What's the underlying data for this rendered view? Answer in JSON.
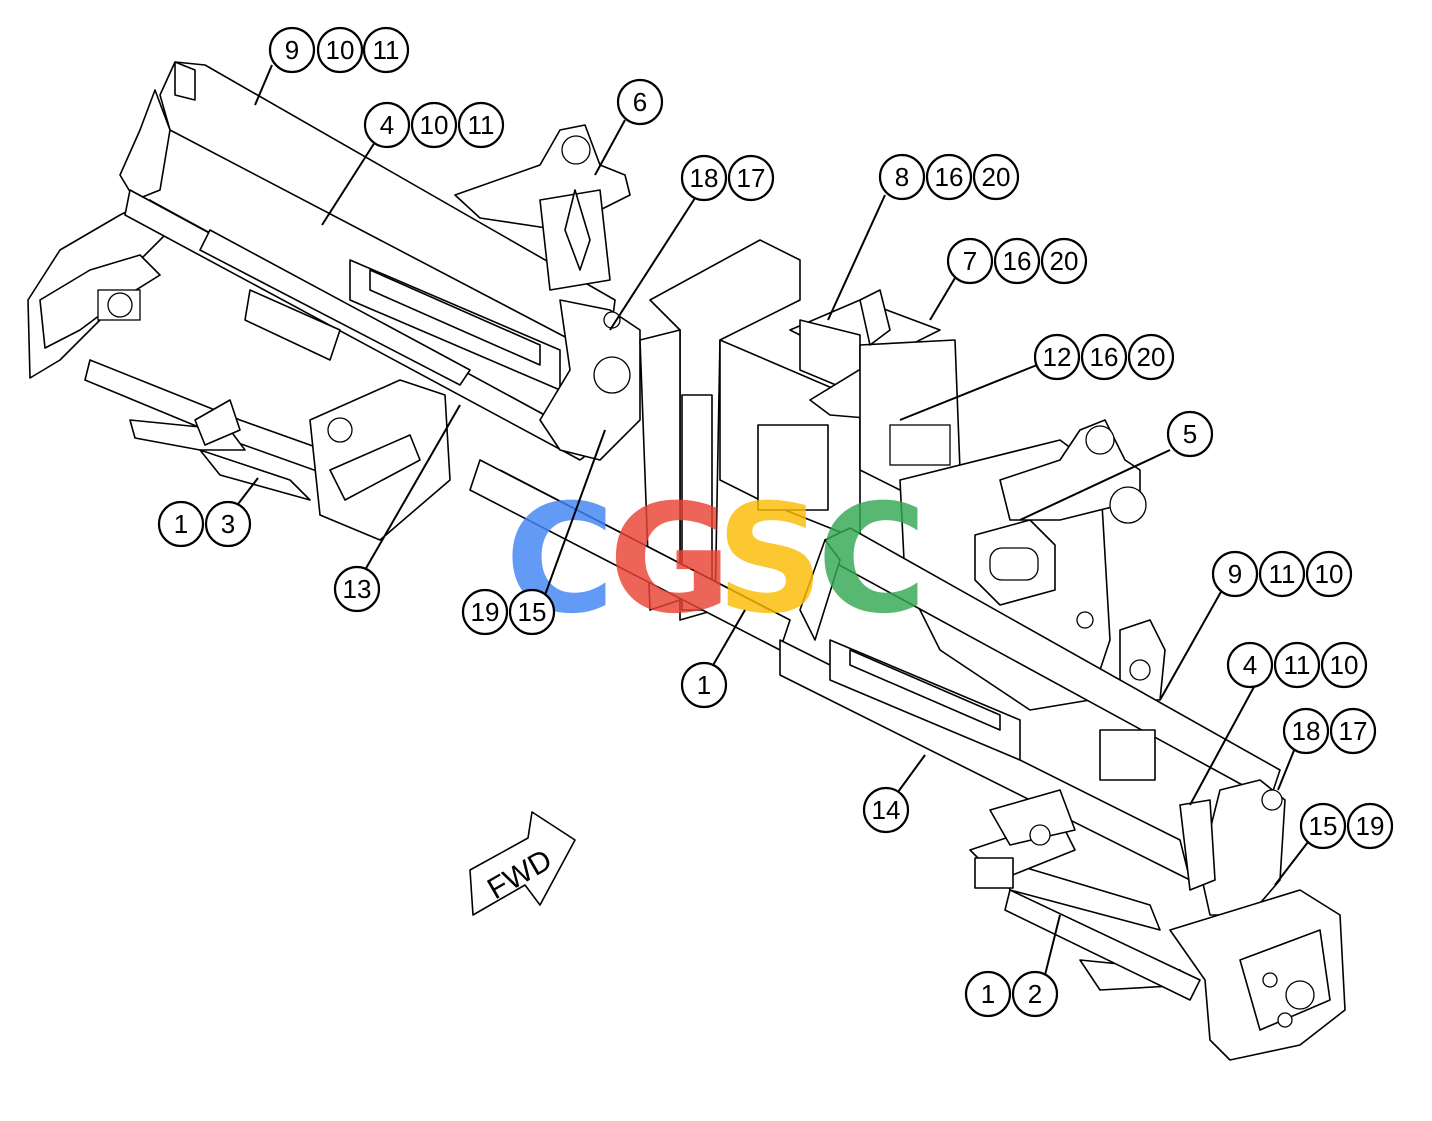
{
  "diagram": {
    "direction_label": "FWD",
    "watermark": {
      "letters": [
        "C",
        "G",
        "S",
        "C"
      ],
      "colors": [
        "#4285f4",
        "#ea4335",
        "#fbbc05",
        "#34a853"
      ]
    },
    "callouts": [
      {
        "id": "c01",
        "numbers": [
          "9",
          "10",
          "11"
        ]
      },
      {
        "id": "c02",
        "numbers": [
          "4",
          "10",
          "11"
        ]
      },
      {
        "id": "c03",
        "numbers": [
          "6"
        ]
      },
      {
        "id": "c04",
        "numbers": [
          "18",
          "17"
        ]
      },
      {
        "id": "c05",
        "numbers": [
          "8",
          "16",
          "20"
        ]
      },
      {
        "id": "c06",
        "numbers": [
          "7",
          "16",
          "20"
        ]
      },
      {
        "id": "c07",
        "numbers": [
          "12",
          "16",
          "20"
        ]
      },
      {
        "id": "c08",
        "numbers": [
          "5"
        ]
      },
      {
        "id": "c09",
        "numbers": [
          "9",
          "11",
          "10"
        ]
      },
      {
        "id": "c10",
        "numbers": [
          "4",
          "11",
          "10"
        ]
      },
      {
        "id": "c11",
        "numbers": [
          "18",
          "17"
        ]
      },
      {
        "id": "c12",
        "numbers": [
          "15",
          "19"
        ]
      },
      {
        "id": "c13",
        "numbers": [
          "1",
          "2"
        ]
      },
      {
        "id": "c14",
        "numbers": [
          "14"
        ]
      },
      {
        "id": "c15",
        "numbers": [
          "1"
        ]
      },
      {
        "id": "c16",
        "numbers": [
          "19",
          "15"
        ]
      },
      {
        "id": "c17",
        "numbers": [
          "13"
        ]
      },
      {
        "id": "c18",
        "numbers": [
          "1",
          "3"
        ]
      }
    ]
  }
}
